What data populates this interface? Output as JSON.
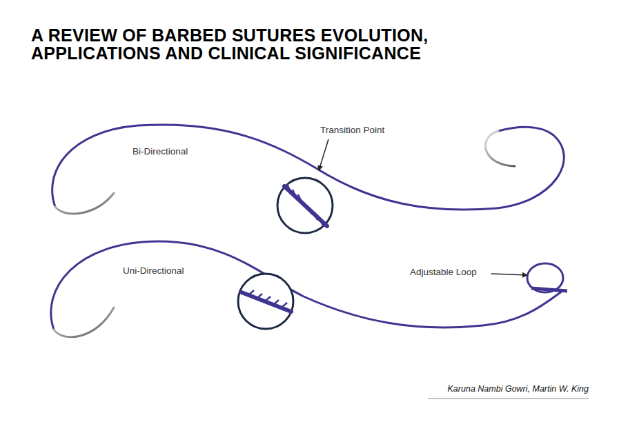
{
  "diagram": {
    "title": "A REVIEW OF BARBED SUTURES EVOLUTION, APPLICATIONS AND CLINICAL SIGNIFICANCE",
    "caption": "Karuna Nambi Gowri, Martin W. King",
    "labels": [
      "Bi-Directional",
      "Transition Point",
      "Uni-Directional",
      "Adjustable Loop"
    ]
  }
}
